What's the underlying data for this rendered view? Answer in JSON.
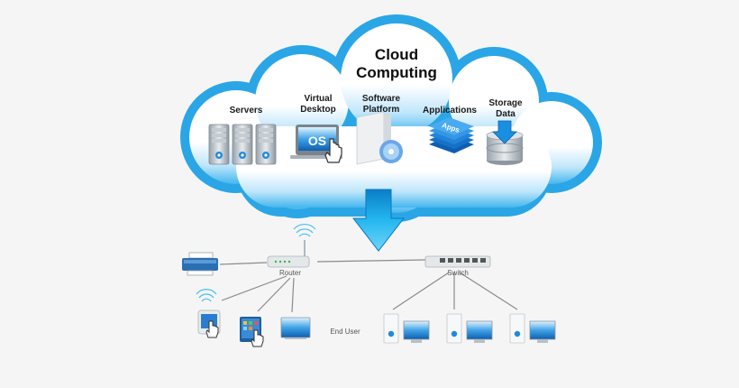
{
  "cloud": {
    "title_line1": "Cloud",
    "title_line2": "Computing"
  },
  "services": {
    "servers": "Servers",
    "virtual_desktop_line1": "Virtual",
    "virtual_desktop_line2": "Desktop",
    "os_badge": "OS",
    "software_platform_line1": "Software",
    "software_platform_line2": "Platform",
    "applications": "Applications",
    "apps_badge": "Apps",
    "storage_line1": "Storage",
    "storage_line2": "Data"
  },
  "network": {
    "router": "Router",
    "switch": "Switch",
    "end_user": "End User"
  },
  "colors": {
    "cloud_blue": "#2aa6e6",
    "cloud_inner": "#ffffff",
    "arrow_blue": "#18a8e8",
    "line_gray": "#8a8a8a",
    "device_blue": "#1d7fd0"
  }
}
